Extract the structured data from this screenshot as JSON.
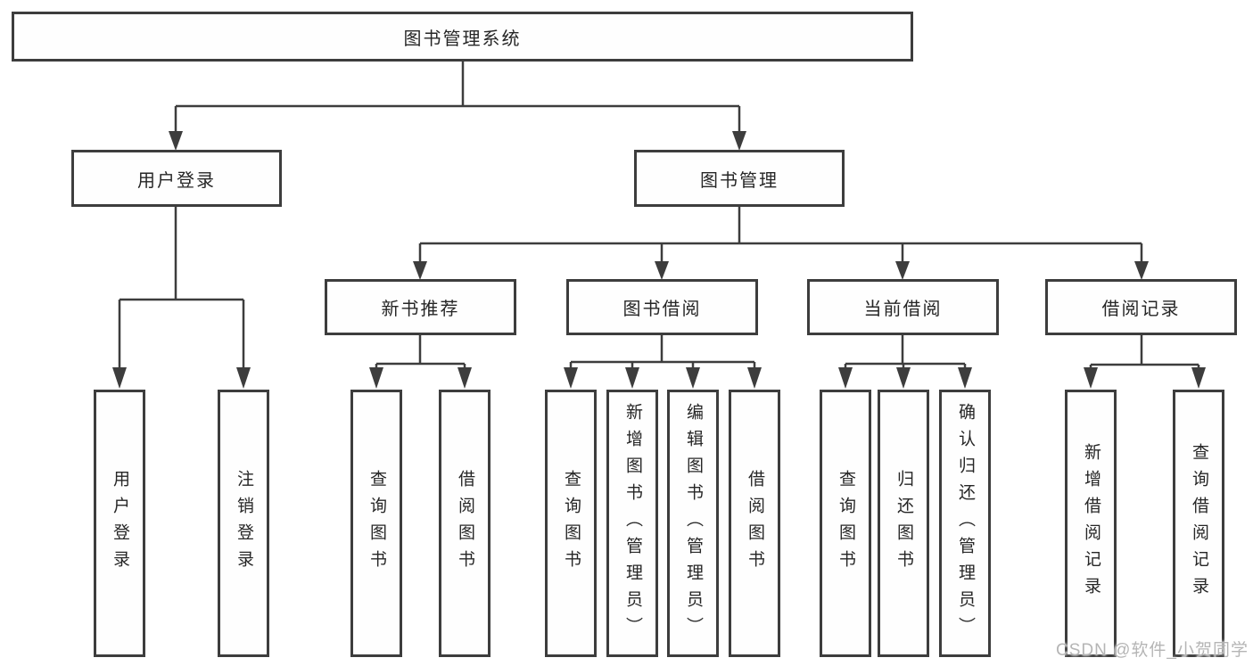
{
  "diagram": {
    "root": "图书管理系统",
    "branches": {
      "user_login": "用户登录",
      "book_management": "图书管理"
    },
    "modules": {
      "new_book_recommend": "新书推荐",
      "book_borrowing": "图书借阅",
      "current_borrowing": "当前借阅",
      "borrowing_records": "借阅记录"
    },
    "leaves": {
      "user_login": "用户登录",
      "logout": "注销登录",
      "rec_query_books": "查询图书",
      "rec_borrow_books": "借阅图书",
      "bb_query_books": "查询图书",
      "bb_add_books": "新增图书（管理员）",
      "bb_edit_books": "编辑图书（管理员）",
      "bb_borrow_books": "借阅图书",
      "cb_query_books": "查询图书",
      "cb_return_books": "归还图书",
      "cb_confirm_return": "确认归还（管理员）",
      "br_add_record": "新增借阅记录",
      "br_query_record": "查询借阅记录"
    }
  },
  "watermark": "CSDN @软件_小贺同学",
  "colors": {
    "line": "#3d3d3d",
    "text": "#262626",
    "background": "#ffffff",
    "watermark": "#b5b5b5"
  }
}
